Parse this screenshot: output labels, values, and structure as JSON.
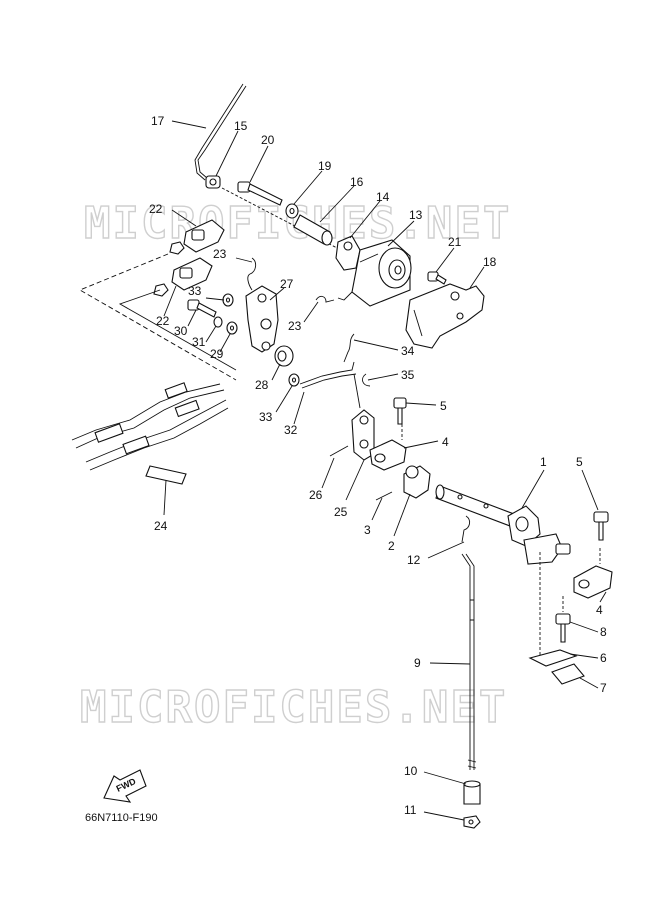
{
  "watermarks": [
    "MICROFICHES.NET",
    "MICROFICHES.NET"
  ],
  "diagram_code": "66N7110-F190",
  "fwd_label": "FWD",
  "callouts": {
    "p1": "1",
    "p2": "2",
    "p3": "3",
    "p4a": "4",
    "p4b": "4",
    "p5a": "5",
    "p5b": "5",
    "p6": "6",
    "p7": "7",
    "p8": "8",
    "p9": "9",
    "p10": "10",
    "p11": "11",
    "p12": "12",
    "p13": "13",
    "p14": "14",
    "p15": "15",
    "p16": "16",
    "p17": "17",
    "p18": "18",
    "p19": "19",
    "p20": "20",
    "p21": "21",
    "p22a": "22",
    "p22b": "22",
    "p23a": "23",
    "p23b": "23",
    "p24": "24",
    "p25": "25",
    "p26": "26",
    "p27": "27",
    "p28": "28",
    "p29": "29",
    "p30": "30",
    "p31": "31",
    "p32": "32",
    "p33a": "33",
    "p33b": "33",
    "p34": "34",
    "p35": "35"
  }
}
